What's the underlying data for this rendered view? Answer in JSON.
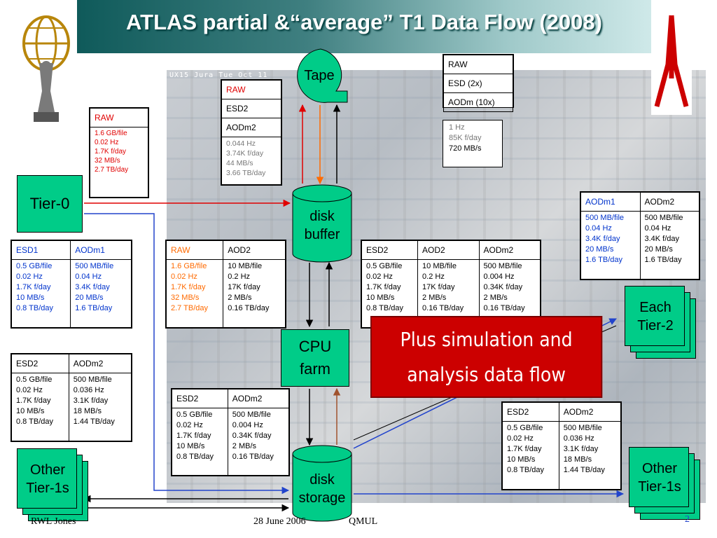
{
  "title": "ATLAS partial &“average” T1 Data Flow (2008)",
  "photo_caption": "UX15 Jura  Tue Oct 11",
  "colors": {
    "green": "#00cc88",
    "red_box": "#cc0000",
    "red_text": "#e00000",
    "orange_text": "#ff6a00",
    "blue_text": "#0033cc"
  },
  "nodes": {
    "tier0": "Tier-0",
    "tape": "Tape",
    "disk_buffer": [
      "disk",
      "buffer"
    ],
    "cpu_farm": [
      "CPU",
      "farm"
    ],
    "disk_storage": [
      "disk",
      "storage"
    ],
    "each_tier2": [
      "Each",
      "Tier-2"
    ],
    "other_tier1s_left": [
      "Other",
      "Tier-1s"
    ],
    "other_tier1s_right": [
      "Other",
      "Tier-1s"
    ]
  },
  "boxes": {
    "tier0_raw": {
      "header": "RAW",
      "values": [
        "1.6 GB/file",
        "0.02 Hz",
        "1.7K f/day",
        "32 MB/s",
        "2.7 TB/day"
      ]
    },
    "tape_in": {
      "rows": [
        "RAW",
        "ESD2",
        "AODm2"
      ],
      "values": [
        "0.044 Hz",
        "3.74K f/day",
        "44 MB/s",
        "3.66 TB/day"
      ]
    },
    "tape_out": {
      "rows": [
        "RAW",
        "ESD (2x)",
        "AODm (10x)"
      ],
      "values": [
        "1 Hz",
        "85K f/day",
        "720 MB/s"
      ]
    },
    "tier2_out": {
      "cols": [
        {
          "header": "AODm1",
          "values": [
            "500 MB/file",
            "0.04 Hz",
            "3.4K f/day",
            "20 MB/s",
            "1.6 TB/day"
          ]
        },
        {
          "header": "AODm2",
          "values": [
            "500 MB/file",
            "0.04 Hz",
            "3.4K f/day",
            "20 MB/s",
            "1.6 TB/day"
          ]
        }
      ]
    },
    "left_top": {
      "cols": [
        {
          "header": "ESD1",
          "values": [
            "0.5 GB/file",
            "0.02 Hz",
            "1.7K f/day",
            "10 MB/s",
            "0.8 TB/day"
          ]
        },
        {
          "header": "AODm1",
          "values": [
            "500 MB/file",
            "0.04 Hz",
            "3.4K f/day",
            "20 MB/s",
            "1.6 TB/day"
          ]
        }
      ]
    },
    "left_bottom": {
      "cols": [
        {
          "header": "ESD2",
          "values": [
            "0.5 GB/file",
            "0.02 Hz",
            "1.7K f/day",
            "10 MB/s",
            "0.8 TB/day"
          ]
        },
        {
          "header": "AODm2",
          "values": [
            "500 MB/file",
            "0.036 Hz",
            "3.1K f/day",
            "18 MB/s",
            "1.44 TB/day"
          ]
        }
      ]
    },
    "cpu_in": {
      "cols": [
        {
          "header": "RAW",
          "values": [
            "1.6 GB/file",
            "0.02 Hz",
            "1.7K f/day",
            "32 MB/s",
            "2.7 TB/day"
          ]
        },
        {
          "header": "AOD2",
          "values": [
            "10 MB/file",
            "0.2 Hz",
            "17K f/day",
            "2 MB/s",
            "0.16 TB/day"
          ]
        }
      ]
    },
    "cpu_out": {
      "cols": [
        {
          "header": "ESD2",
          "values": [
            "0.5 GB/file",
            "0.02 Hz",
            "1.7K f/day",
            "10 MB/s",
            "0.8 TB/day"
          ]
        },
        {
          "header": "AOD2",
          "values": [
            "10 MB/file",
            "0.2 Hz",
            "17K f/day",
            "2 MB/s",
            "0.16 TB/day"
          ]
        },
        {
          "header": "AODm2",
          "values": [
            "500 MB/file",
            "0.004 Hz",
            "0.34K f/day",
            "2 MB/s",
            "0.16 TB/day"
          ]
        }
      ]
    },
    "storage_in": {
      "cols": [
        {
          "header": "ESD2",
          "values": [
            "0.5 GB/file",
            "0.02 Hz",
            "1.7K f/day",
            "10 MB/s",
            "0.8 TB/day"
          ]
        },
        {
          "header": "AODm2",
          "values": [
            "500 MB/file",
            "0.004 Hz",
            "0.34K f/day",
            "2 MB/s",
            "0.16 TB/day"
          ]
        }
      ]
    },
    "right_bottom": {
      "cols": [
        {
          "header": "ESD2",
          "values": [
            "0.5 GB/file",
            "0.02 Hz",
            "1.7K f/day",
            "10 MB/s",
            "0.8 TB/day"
          ]
        },
        {
          "header": "AODm2",
          "values": [
            "500 MB/file",
            "0.036 Hz",
            "3.1K f/day",
            "18 MB/s",
            "1.44 TB/day"
          ]
        }
      ]
    }
  },
  "callout": [
    "Plus simulation and",
    "analysis data flow"
  ],
  "footer": {
    "author": "RWL Jones",
    "date": "28 June 2006",
    "venue": "QMUL",
    "page": "2"
  }
}
